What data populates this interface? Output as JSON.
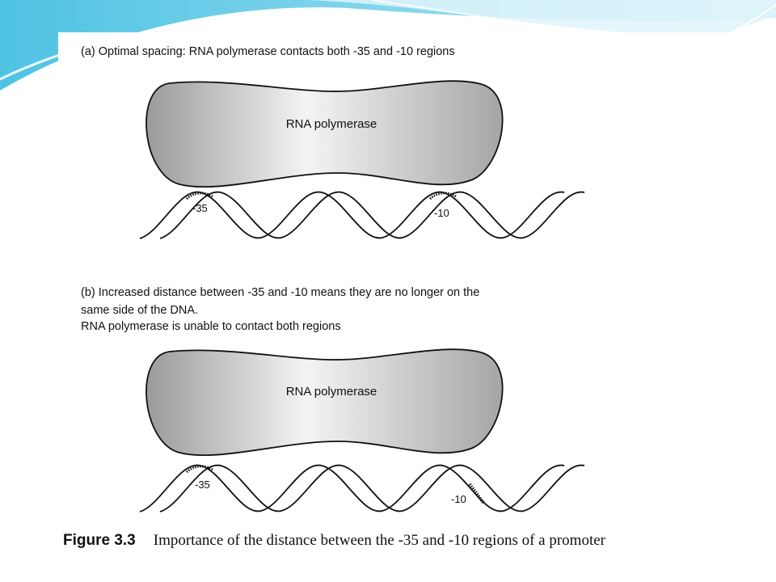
{
  "panel_a": {
    "caption": "(a) Optimal spacing: RNA polymerase contacts both -35 and -10 regions",
    "polymerase_label": "RNA polymerase",
    "label_minus35": "-35",
    "label_minus10": "-10"
  },
  "panel_b": {
    "caption_line1": "(b) Increased distance between -35 and -10 means they are no longer on the",
    "caption_line2": "same side of the DNA.",
    "caption_line3": "RNA polymerase is unable to contact both regions",
    "polymerase_label": "RNA polymerase",
    "label_minus35": "-35",
    "label_minus10": "-10"
  },
  "figure": {
    "number": "Figure 3.3",
    "caption": "Importance of the distance between the -35 and -10 regions of a promoter"
  },
  "colors": {
    "accent_cyan": "#5fc8e6",
    "accent_light": "#c9ecf6",
    "line": "#111111"
  }
}
